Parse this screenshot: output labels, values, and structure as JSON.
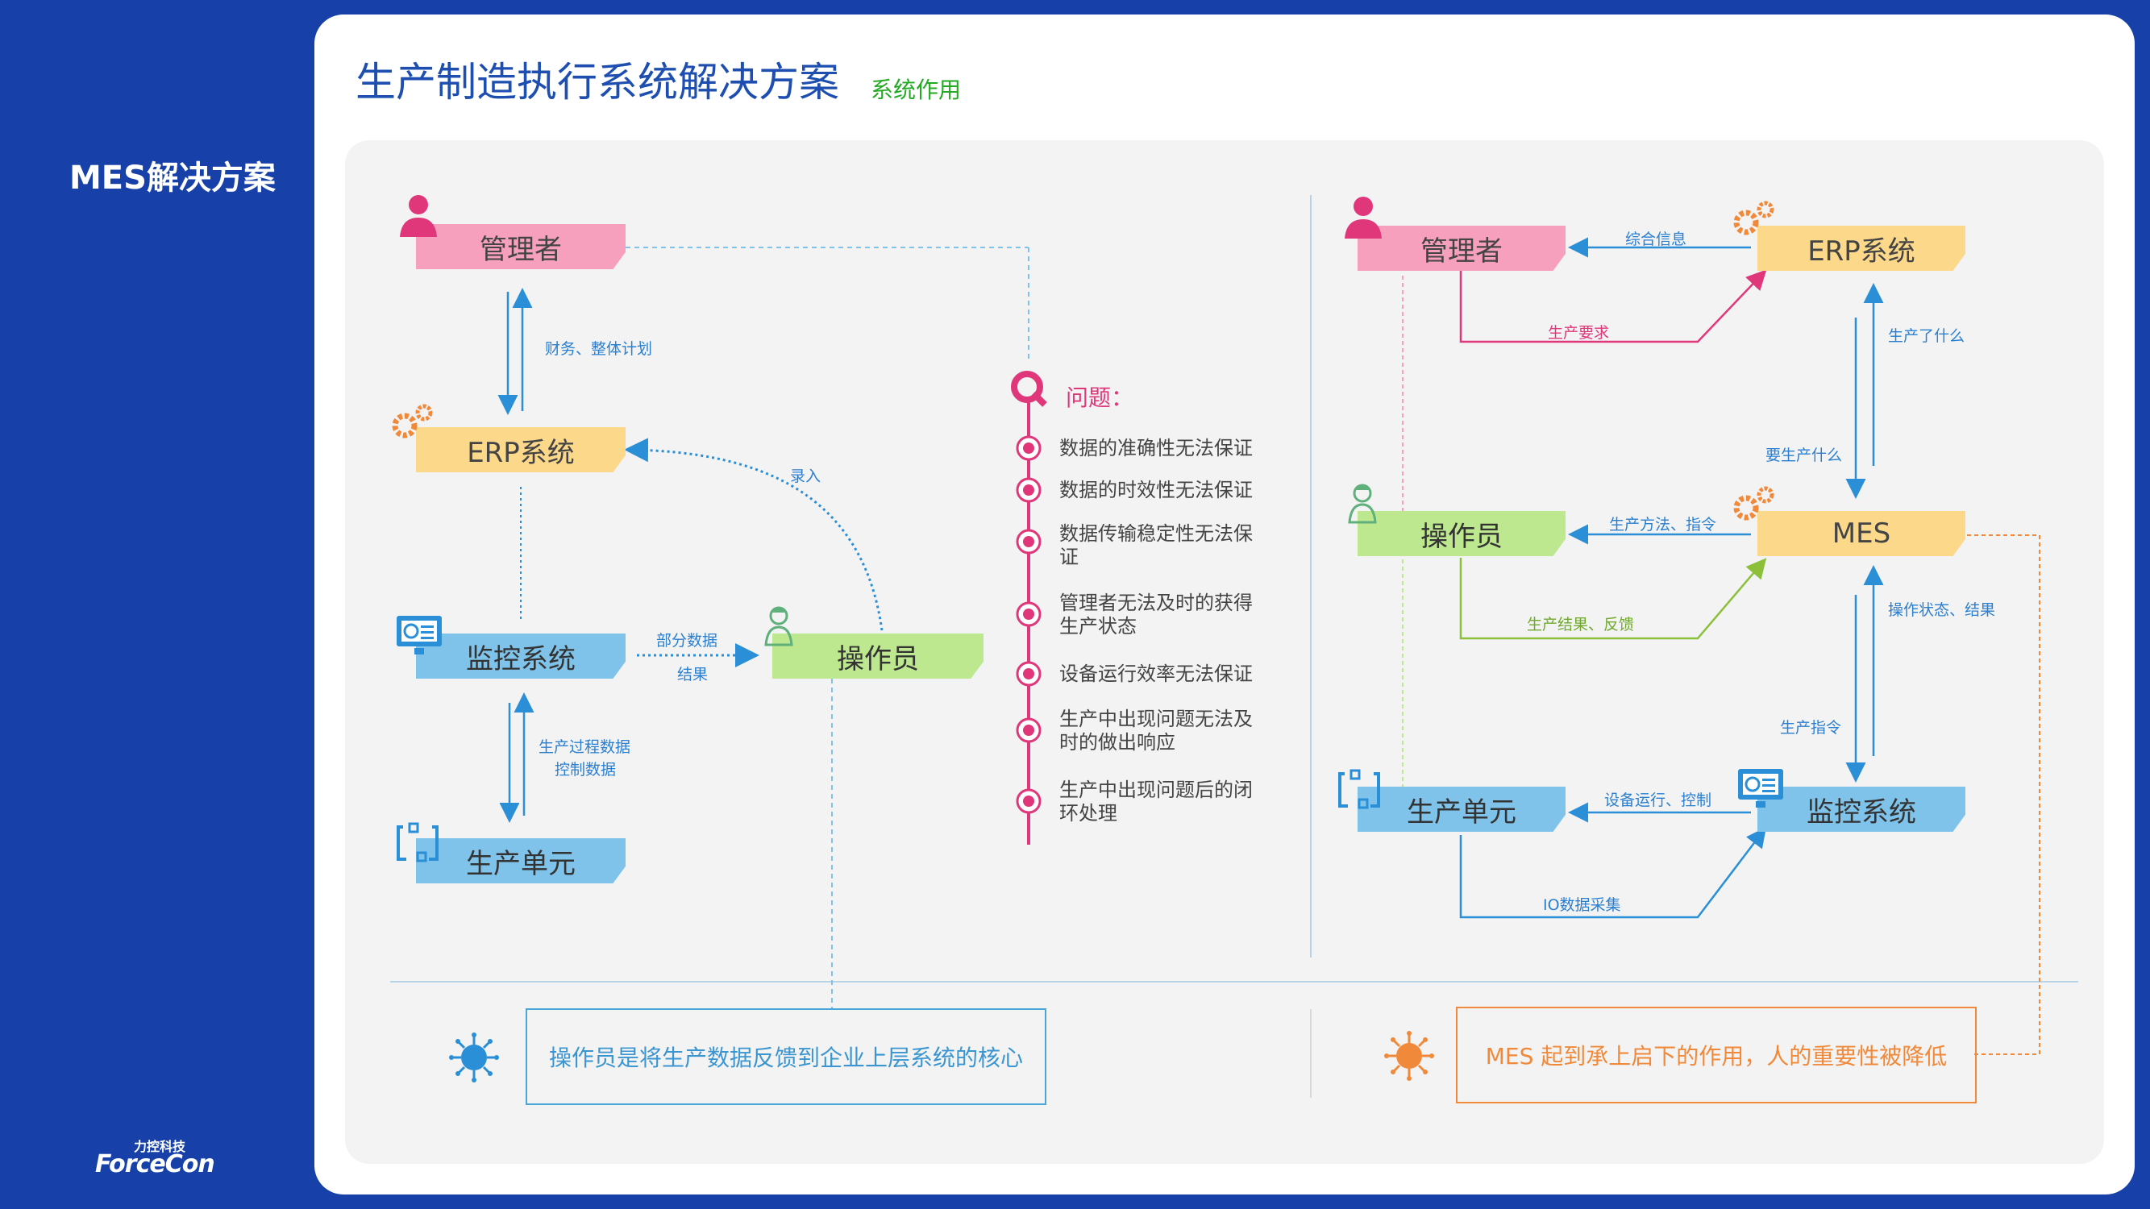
{
  "sidebar": {
    "title": "MES解决方案"
  },
  "logo": {
    "cn": "力控科技",
    "en": "ForceCon"
  },
  "header": {
    "title": "生产制造执行系统解决方案",
    "subtitle": "系统作用"
  },
  "colors": {
    "background": "#1741a8",
    "pink": "#f7a0bd",
    "yellow": "#fcd98a",
    "blue": "#7fc3ea",
    "green": "#bde88f",
    "accent_blue": "#2a7fd0",
    "accent_pink": "#e0377a",
    "accent_orange": "#f08a3a"
  },
  "left_diagram": {
    "manager": "管理者",
    "erp": "ERP系统",
    "monitor": "监控系统",
    "operator": "操作员",
    "unit": "生产单元",
    "edge_finance": "财务、整体计划",
    "edge_input": "录入",
    "edge_partial": "部分数据",
    "edge_result": "结果",
    "edge_process": "生产过程数据",
    "edge_control": "控制数据"
  },
  "issues": {
    "title": "问题：",
    "items": [
      "数据的准确性无法保证",
      "数据的时效性无法保证",
      "数据传输稳定性无法保证",
      "管理者无法及时的获得生产状态",
      "设备运行效率无法保证",
      "生产中出现问题无法及时的做出响应",
      "生产中出现问题后的闭环处理"
    ]
  },
  "right_diagram": {
    "manager": "管理者",
    "erp": "ERP系统",
    "operator": "操作员",
    "mes": "MES",
    "unit": "生产单元",
    "monitor": "监控系统",
    "edge_info": "综合信息",
    "edge_requirement": "生产要求",
    "edge_what_produced": "生产了什么",
    "edge_what_to_produce": "要生产什么",
    "edge_method": "生产方法、指令",
    "edge_feedback": "生产结果、反馈",
    "edge_status": "操作状态、结果",
    "edge_command": "生产指令",
    "edge_equipment": "设备运行、控制",
    "edge_io": "IO数据采集"
  },
  "notes": {
    "left": "操作员是将生产数据反馈到企业上层系统的核心",
    "right": "MES 起到承上启下的作用，人的重要性被降低"
  }
}
